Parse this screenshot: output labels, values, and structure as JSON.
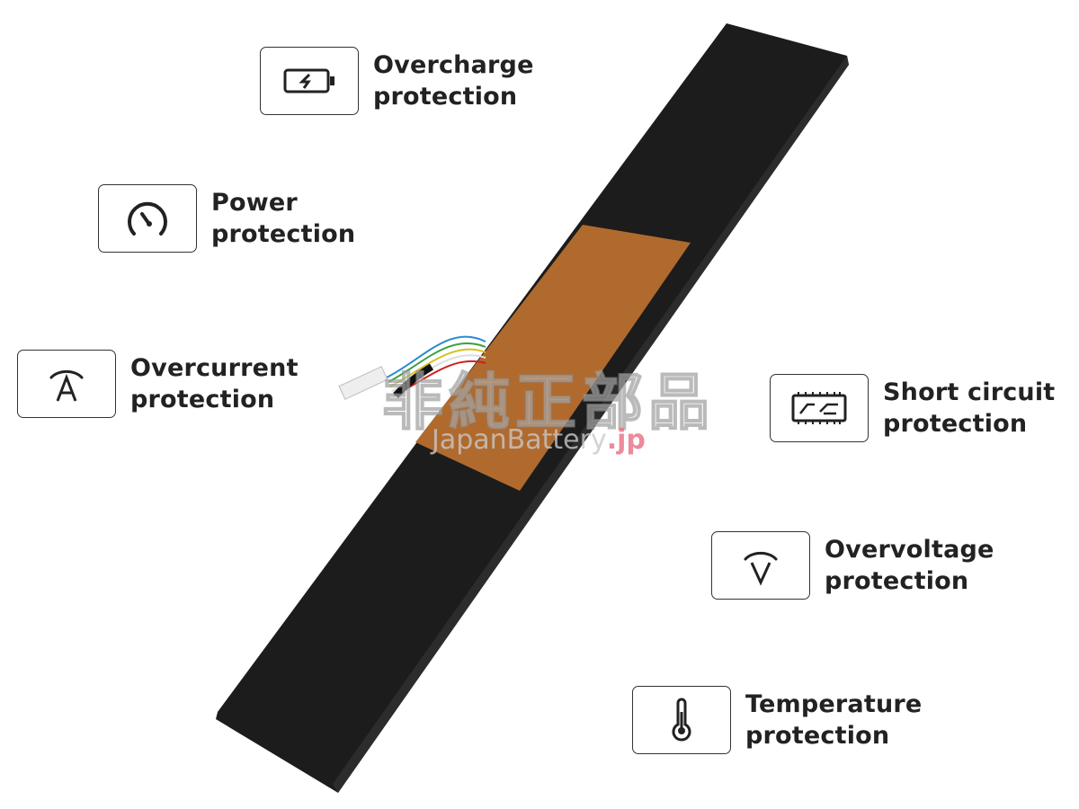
{
  "features": [
    {
      "icon": "battery-charge-icon",
      "line1": "Overcharge",
      "line2": "protection"
    },
    {
      "icon": "gauge-icon",
      "line1": "Power",
      "line2": "protection"
    },
    {
      "icon": "ampere-icon",
      "line1": "Overcurrent",
      "line2": "protection"
    },
    {
      "icon": "circuit-board-icon",
      "line1": "Short circuit",
      "line2": "protection"
    },
    {
      "icon": "voltage-icon",
      "line1": "Overvoltage",
      "line2": "protection"
    },
    {
      "icon": "thermometer-icon",
      "line1": "Temperature",
      "line2": "protection"
    }
  ],
  "watermark": {
    "kanji": "非純正部品",
    "brand": "JapanBattery",
    "tld": ".jp"
  },
  "colors": {
    "battery": "#1a1a1a",
    "tape": "#b46a2c",
    "border": "#333333"
  }
}
